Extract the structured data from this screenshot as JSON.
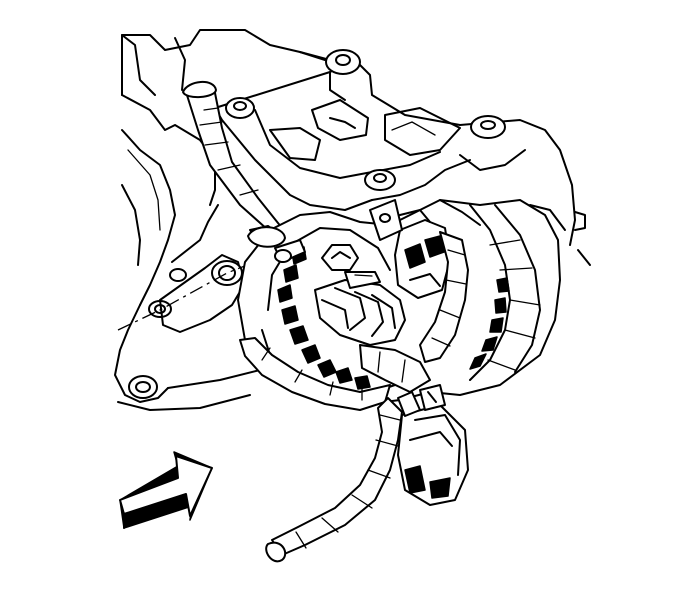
{
  "figure": {
    "background": "#ffffff",
    "line_color": "#000000",
    "style": "line-art technical illustration",
    "callout_arrow": {
      "direction": "up-right",
      "shading": "black-outlined"
    }
  }
}
